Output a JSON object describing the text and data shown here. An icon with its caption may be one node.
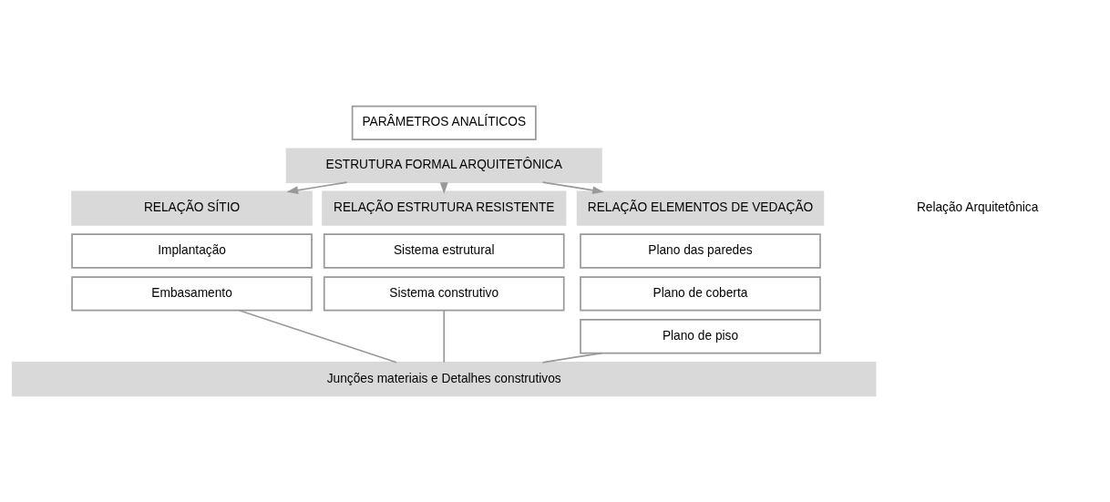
{
  "diagram": {
    "nodes": [
      {
        "text": [
          "PARÂMETROS ANALÍTICOS"
        ]
      },
      {
        "text": [
          "ESTRUTURA FORMAL ARQUITETÔNICA"
        ]
      },
      {
        "text": [
          "RELAÇÃO SÍTIO"
        ]
      },
      {
        "text": [
          "RELAÇÃO ESTRUTURA RESISTENTE"
        ]
      },
      {
        "text": [
          "RELAÇÃO ELEMENTOS DE VEDAÇÃO"
        ]
      },
      {
        "text": [
          "Implantação"
        ]
      },
      {
        "text": [
          "Embasamento"
        ]
      },
      {
        "text": [
          "Sistema estrutural"
        ]
      },
      {
        "text": [
          "Sistema construtivo"
        ]
      },
      {
        "text": [
          "Plano das paredes"
        ]
      },
      {
        "text": [
          "Plano de coberta"
        ]
      },
      {
        "text": [
          "Plano de piso"
        ]
      },
      {
        "text": [
          "Junções materiais e Detalhes construtivos"
        ]
      }
    ],
    "edges": [
      {
        "from": 1,
        "to": 2,
        "arrow": "to"
      },
      {
        "from": 1,
        "to": 3,
        "arrow": "to"
      },
      {
        "from": 1,
        "to": 4,
        "arrow": "to"
      },
      {
        "from": 6,
        "to": 12,
        "arrow": "none"
      },
      {
        "from": 8,
        "to": 12,
        "arrow": "none"
      },
      {
        "from": 11,
        "to": 12,
        "arrow": "none"
      }
    ],
    "labels": [
      "Relação Arquitetônica"
    ]
  }
}
